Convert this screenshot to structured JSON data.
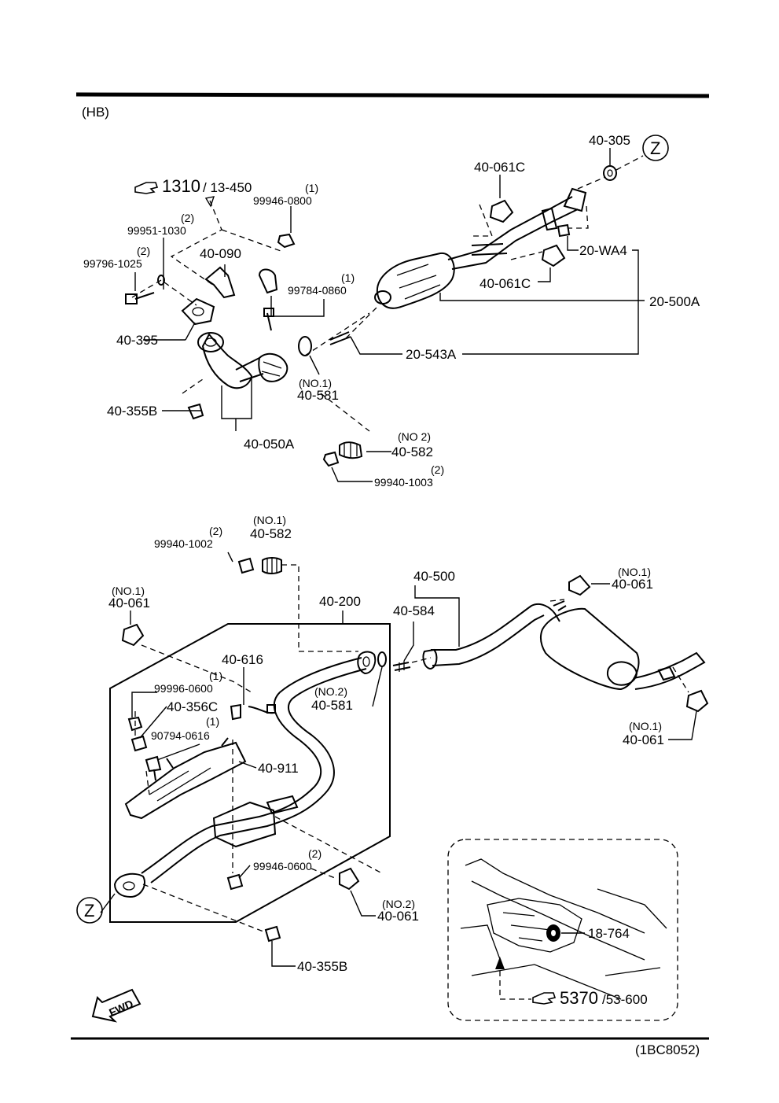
{
  "header": {
    "variant": "(HB)"
  },
  "footer": {
    "code": "(1BC8052)"
  },
  "refs": {
    "ref_1310": {
      "main": "1310",
      "sub": "/ 13-450"
    },
    "ref_5370": {
      "main": "5370",
      "sub": "/53-600"
    }
  },
  "labels": {
    "l_40_305": "40-305",
    "l_z_top": "Z",
    "l_40_061c_a": "40-061C",
    "l_40_061c_b": "40-061C",
    "l_20_wa4": "20-WA4",
    "l_20_500a": "20-500A",
    "l_20_543a": "20-543A",
    "q_99946_0800": "(1)",
    "l_99946_0800": "99946-0800",
    "q_99951_1030": "(2)",
    "l_99951_1030": "99951-1030",
    "q_99796_1025": "(2)",
    "l_99796_1025": "99796-1025",
    "l_40_090": "40-090",
    "q_99784_0860": "(1)",
    "l_99784_0860": "99784-0860",
    "l_40_395": "40-395",
    "q_40_581_top": "(NO.1)",
    "l_40_581_top": "40-581",
    "l_40_355b_top": "40-355B",
    "l_40_050a": "40-050A",
    "q_40_582_top": "(NO 2)",
    "l_40_582_top": "40-582",
    "q_99940_1003": "(2)",
    "l_99940_1003": "99940-1003",
    "q_99940_1002": "(2)",
    "l_99940_1002": "99940-1002",
    "q_40_582_bot": "(NO.1)",
    "l_40_582_bot": "40-582",
    "q_40_061_left": "(NO.1)",
    "l_40_061_left": "40-061",
    "l_40_200": "40-200",
    "l_40_500": "40-500",
    "l_40_584": "40-584",
    "q_40_061_rt": "(NO.1)",
    "l_40_061_rt": "40-061",
    "l_40_616": "40-616",
    "q_99996_0600": "(1)",
    "l_99996_0600": "99996-0600",
    "l_40_356c": "40-356C",
    "q_90794_0616": "(1)",
    "l_90794_0616": "90794-0616",
    "q_40_581_bot": "(NO.2)",
    "l_40_581_bot": "40-581",
    "l_40_911": "40-911",
    "q_40_061_rb": "(NO.1)",
    "l_40_061_rb": "40-061",
    "q_99946_0600": "(2)",
    "l_99946_0600": "99946-0600",
    "q_40_061_mid": "(NO.2)",
    "l_40_061_mid": "40-061",
    "l_z_bot": "Z",
    "l_40_355b_bot": "40-355B",
    "l_18_764": "18-764",
    "fwd": "FWD"
  }
}
